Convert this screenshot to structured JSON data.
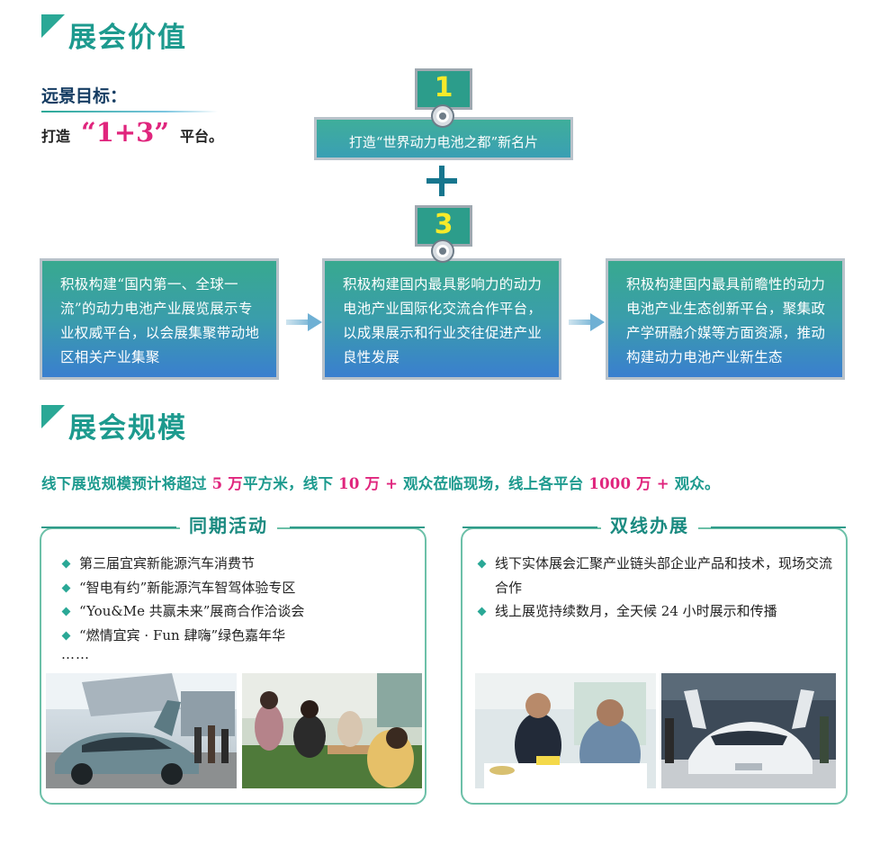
{
  "section1": {
    "title": "展会价值"
  },
  "goal": {
    "label": "远景目标：",
    "prefix": "打造",
    "highlight": "“1+3”",
    "suffix": "平台。"
  },
  "flow": {
    "step1": "1",
    "step3": "3",
    "top_card": "打造“世界动力电池之都”新名片",
    "cards": [
      "积极构建“国内第一、全球一流”的动力电池产业展览展示专业权威平台，以会展集聚带动地区相关产业集聚",
      "积极构建国内最具影响力的动力电池产业国际化交流合作平台，以成果展示和行业交往促进产业良性发展",
      "积极构建国内最具前瞻性的动力电池产业生态创新平台，聚集政产学研融介媒等方面资源，推动构建动力电池产业新生态"
    ]
  },
  "section2": {
    "title": "展会规模"
  },
  "scale": {
    "p1": "线下展览规模预计将超过 ",
    "h1": "5 万",
    "p2": "平方米，线下 ",
    "h2": "10 万 +",
    "p3": " 观众莅临现场，线上各平台 ",
    "h3": "1000 万 +",
    "p4": " 观众。"
  },
  "activities": {
    "title": "同期活动",
    "items": [
      "第三届宜宾新能源汽车消费节",
      "“智电有约”新能源汽车智驾体验专区",
      "“You&Me 共赢未来”展商合作洽谈会",
      "“燃情宜宾 · Fun 肆嗨”绿色嘉年华"
    ],
    "ellipsis": "……"
  },
  "dual": {
    "title": "双线办展",
    "items": [
      "线下实体展会汇聚产业链头部企业产品和技术，现场交流合作",
      "线上展览持续数月，全天候 24 小时展示和传播"
    ]
  },
  "colors": {
    "accent": "#1d9a8e",
    "highlight": "#e0257d",
    "number": "#f7ea2a"
  }
}
